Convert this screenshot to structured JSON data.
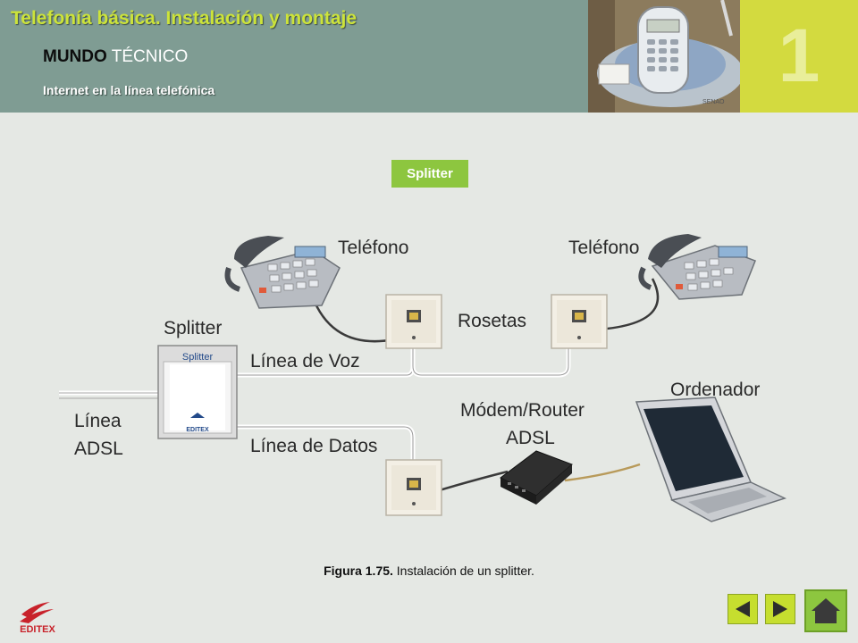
{
  "header": {
    "course_title": "Telefonía básica. Instalación y montaje",
    "section_bold": "MUNDO",
    "section_rest": "TÉCNICO",
    "subtitle": "Internet en la línea telefónica",
    "chapter_number": "1",
    "photo_brand": "SENAO"
  },
  "badge": {
    "label": "Splitter"
  },
  "diagram": {
    "phone_left": "Teléfono",
    "phone_right": "Teléfono",
    "rosetas": "Rosetas",
    "splitter": "Splitter",
    "splitter_device": "Splitter",
    "splitter_brand": "EDITEX",
    "linea_voz": "Línea de Voz",
    "linea_datos": "Línea de Datos",
    "linea": "Línea",
    "adsl": "ADSL",
    "modem": "Módem/Router",
    "modem_adsl": "ADSL",
    "ordenador": "Ordenador"
  },
  "caption": {
    "figure": "Figura 1.75.",
    "text": "Instalación de un splitter."
  },
  "footer": {
    "logo_text": "EDITEX"
  },
  "colors": {
    "header_bg": "#7f9c93",
    "title": "#cce33a",
    "accent_green": "#8dc63f",
    "chapter_box": "#d3da3f",
    "page_bg": "#e5e8e4"
  }
}
